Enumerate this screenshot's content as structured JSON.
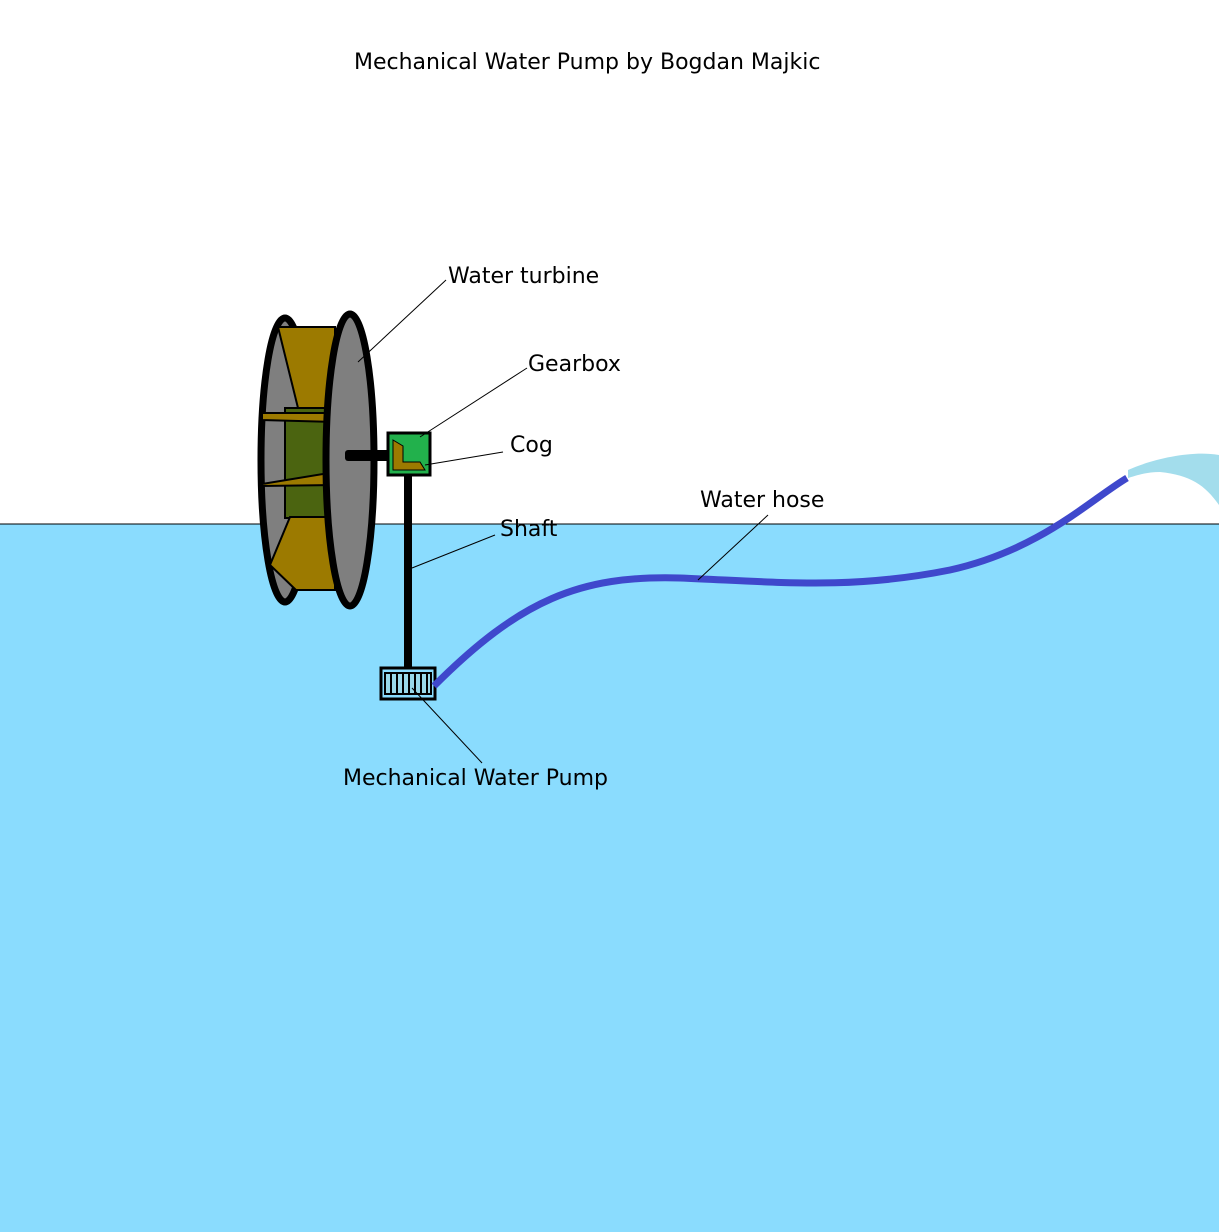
{
  "title": "Mechanical Water Pump by Bogdan Majkic",
  "labels": {
    "turbine": "Water turbine",
    "gearbox": "Gearbox",
    "cog": "Cog",
    "shaft": "Shaft",
    "hose": "Water hose",
    "pump": "Mechanical Water Pump"
  },
  "colors": {
    "water": "#8adcfe",
    "hose": "#3f48cc",
    "turbine_gray": "#7f7f7f",
    "blade_gold": "#9c7a00",
    "hub_green": "#4b6410",
    "gearbox_green": "#22b14c",
    "spray": "#99d9ea"
  }
}
